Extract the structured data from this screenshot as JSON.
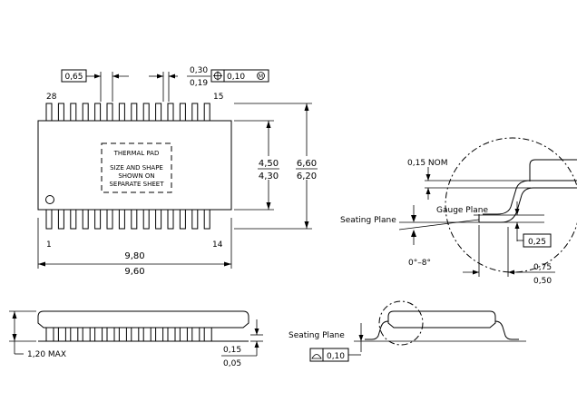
{
  "top_view": {
    "pitch": "0,65",
    "lead_width_max": "0,30",
    "lead_width_min": "0,19",
    "position_tolerance": "0,10",
    "pin_28": "28",
    "pin_15": "15",
    "pin_1": "1",
    "pin_14": "14",
    "thermal_pad_line1": "THERMAL PAD",
    "thermal_pad_line2": "SIZE AND SHAPE",
    "thermal_pad_line3": "SHOWN ON",
    "thermal_pad_line4": "SEPARATE SHEET",
    "body_width_max": "4,50",
    "body_width_min": "4,30",
    "overall_width_max": "6,60",
    "overall_width_min": "6,20",
    "body_length_max": "9,80",
    "body_length_min": "9,60"
  },
  "detail_view": {
    "nominal": "0,15 NOM",
    "gauge_plane": "Gauge Plane",
    "seating_plane": "Seating Plane",
    "gauge_value": "0,25",
    "angle": "0°–8°",
    "foot_length_max": "0,75",
    "foot_length_min": "0,50"
  },
  "side_view": {
    "height_max": "1,20 MAX",
    "standoff_max": "0,15",
    "standoff_min": "0,05",
    "seating_plane": "Seating Plane",
    "coplanarity": "0,10"
  }
}
